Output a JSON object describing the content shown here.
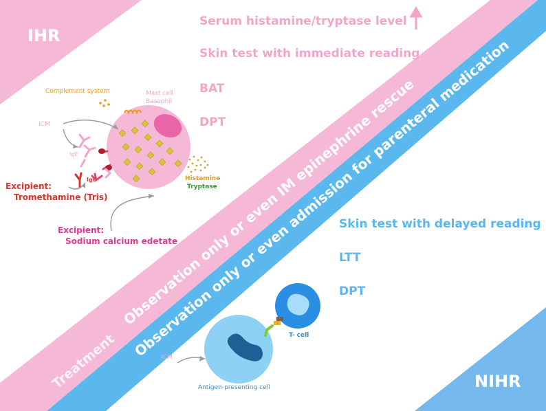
{
  "corners": {
    "ihr": "IHR",
    "nihr": "NIHR"
  },
  "ihr_tests": {
    "serum": "Serum histamine/tryptase level",
    "skin_immediate": "Skin test with immediate reading",
    "bat": "BAT",
    "dpt": "DPT"
  },
  "nihr_tests": {
    "skin_delayed": "Skin test with delayed reading",
    "ltt": "LTT",
    "dpt": "DPT"
  },
  "bands": {
    "treatment": "Treatment",
    "pink": "Observation only or even IM epinephrine rescue",
    "blue": "Observation only or even admission for parenteral medication"
  },
  "ihr_diagram": {
    "complement": "Complement system",
    "mast_cell": "Mast cell",
    "basophil": "Basophil",
    "icm": "ICM",
    "ige1": "IgE",
    "ige2": "IgE",
    "histamine": "Histamine",
    "tryptase": "Tryptase",
    "excipient1_title": "Excipient:",
    "excipient1_name": "Tromethamine (Tris)",
    "excipient2_title": "Excipient:",
    "excipient2_name": "Sodium calcium edetate"
  },
  "nihr_diagram": {
    "icm": "ICM",
    "apc": "Antigen-presenting cell",
    "tcell": "T- cell"
  },
  "colors": {
    "pink": "#f5b8d6",
    "pink_text": "#f3a4c9",
    "blue": "#5ab8ef",
    "blue_corner": "#74b8ee",
    "granule": "#d9c23c"
  }
}
